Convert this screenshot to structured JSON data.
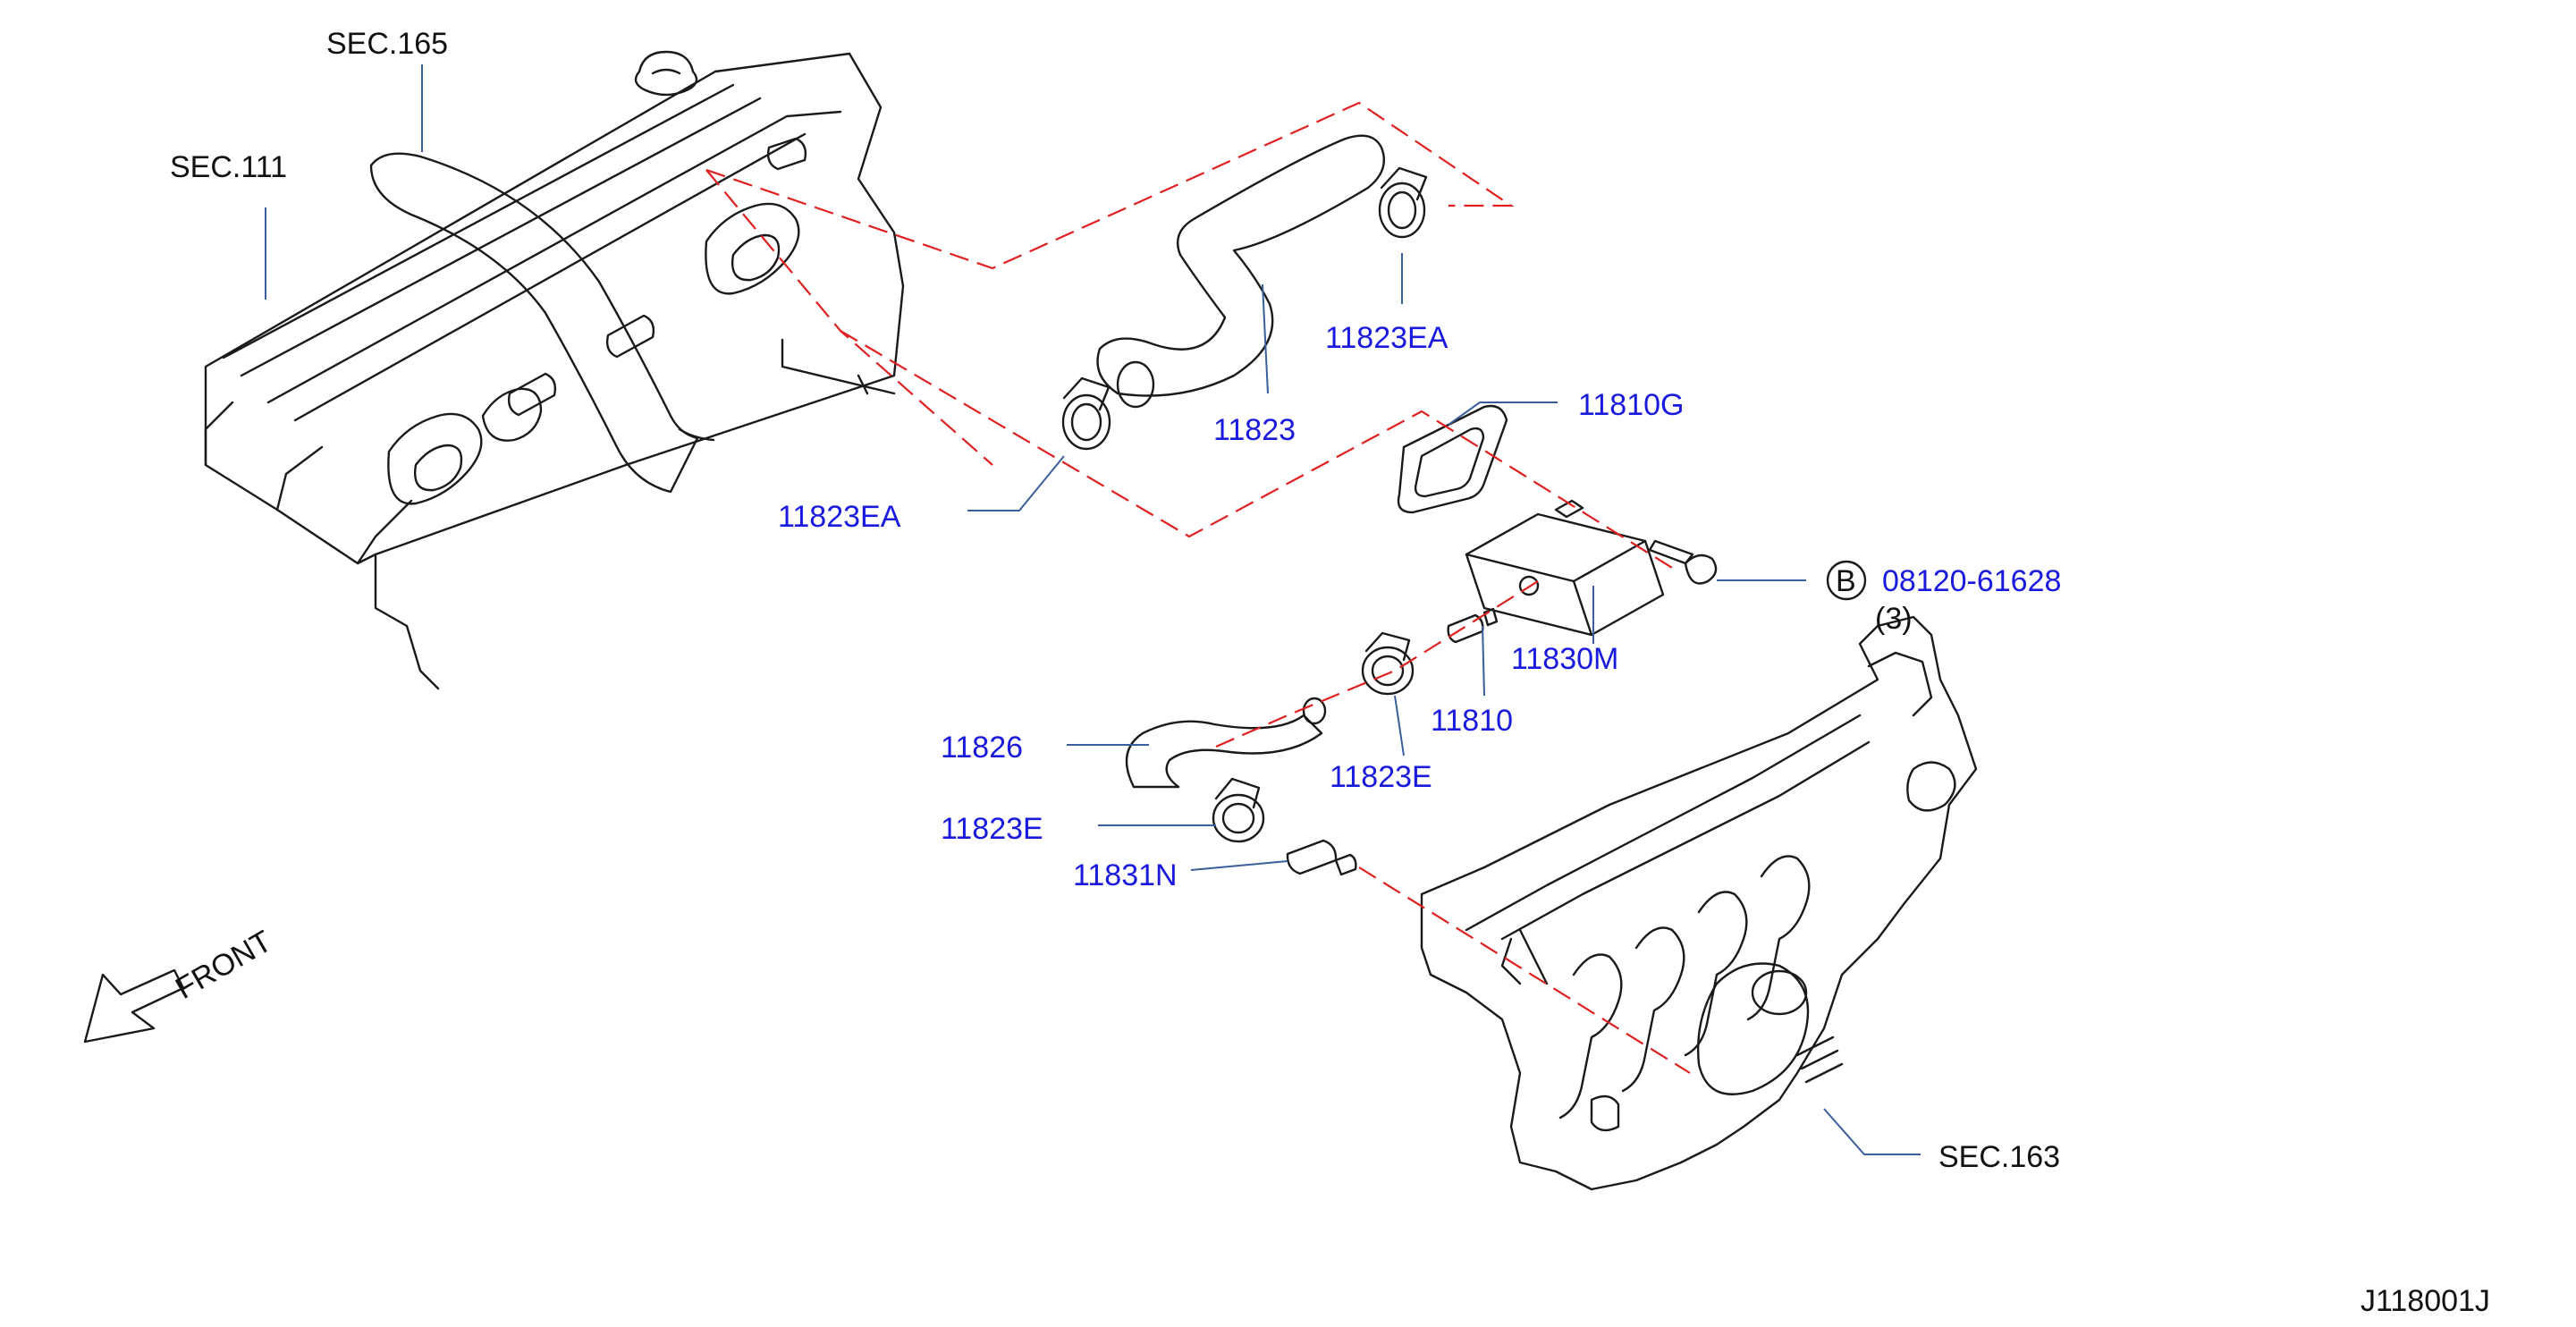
{
  "labels": {
    "sec165": "SEC.165",
    "sec111": "SEC.111",
    "p11823ea_top": "11823EA",
    "p11823": "11823",
    "p11810g": "11810G",
    "p11823ea_left": "11823EA",
    "bolt_circle": "B",
    "bolt_part": "08120-61628",
    "bolt_qty": "(3)",
    "p11830m": "11830M",
    "p11810": "11810",
    "p11826": "11826",
    "p11823e_mid": "11823E",
    "p11823e_left": "11823E",
    "p11831n": "11831N",
    "front": "FRONT",
    "sec163": "SEC.163",
    "diagram_id": "J118001J"
  },
  "colors": {
    "part_number": "#1a1adf",
    "section_ref": "#111111",
    "leader_line": "#3a5f9a",
    "flow_path": "#e02020"
  }
}
